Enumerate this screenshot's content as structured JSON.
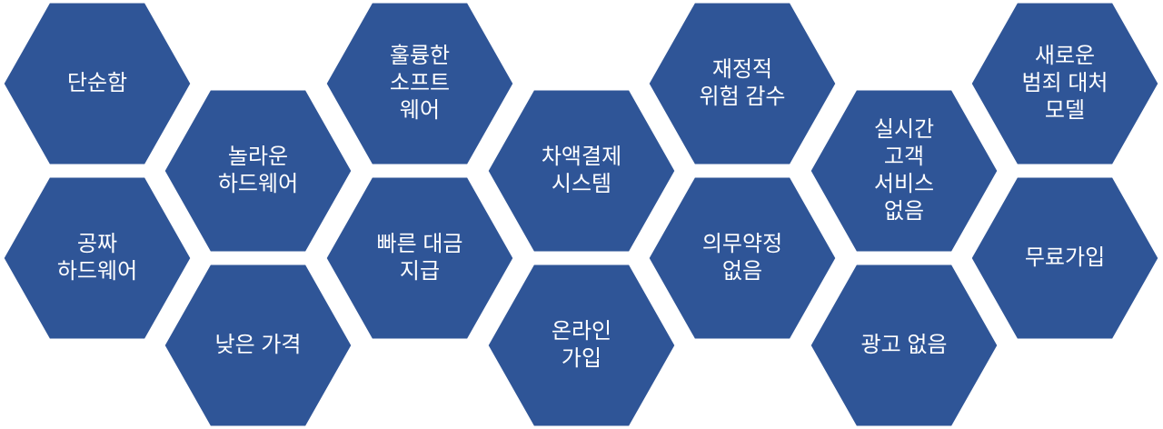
{
  "diagram": {
    "fill_color": "#2f5597",
    "stroke_color": "#ffffff",
    "text_color": "#ffffff",
    "cells": [
      {
        "label": "단순함"
      },
      {
        "label": "공짜\n하드웨어"
      },
      {
        "label": "놀라운\n하드웨어"
      },
      {
        "label": "낮은 가격"
      },
      {
        "label": "훌륭한\n소프트\n웨어"
      },
      {
        "label": "빠른 대금\n지급"
      },
      {
        "label": "차액결제\n시스템"
      },
      {
        "label": "온라인\n가입"
      },
      {
        "label": "재정적\n위험 감수"
      },
      {
        "label": "의무약정\n없음"
      },
      {
        "label": "실시간\n고객\n서비스\n없음"
      },
      {
        "label": "광고 없음"
      },
      {
        "label": "새로운\n범죄 대처\n모델"
      },
      {
        "label": "무료가입"
      }
    ]
  }
}
